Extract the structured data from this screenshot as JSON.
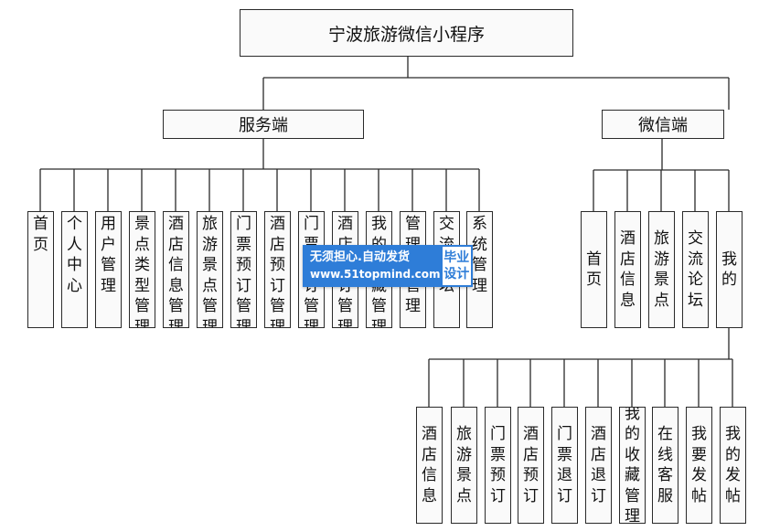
{
  "root": {
    "label": "宁波旅游微信小程序"
  },
  "server": {
    "label": "服务端",
    "modules": [
      "首页",
      "个人中心",
      "用户管理",
      "景点类型管理",
      "酒店信息管理",
      "旅游景点管理",
      "门票预订管理",
      "酒店预订管理",
      "门票退订管理",
      "酒店退订管理",
      "我的收藏管理",
      "管理员管理",
      "交流论坛",
      "系统管理"
    ]
  },
  "wechat": {
    "label": "微信端",
    "modules": [
      "首页",
      "酒店信息",
      "旅游景点",
      "交流论坛",
      "我的"
    ]
  },
  "mine": {
    "modules": [
      "酒店信息",
      "旅游景点",
      "门票预订",
      "酒店预订",
      "门票退订",
      "酒店退订",
      "我的收藏管理",
      "在线客服",
      "我要发帖",
      "我的发帖"
    ]
  },
  "watermark": {
    "line1": "无须担心.自动发货",
    "line2": "www.51topmind.com",
    "badge_line1": "毕业",
    "badge_line2": "设计"
  },
  "colors": {
    "line": "#2a2a2a",
    "box_fill": "#fafafa",
    "watermark_blue": "#2e7dd8"
  }
}
